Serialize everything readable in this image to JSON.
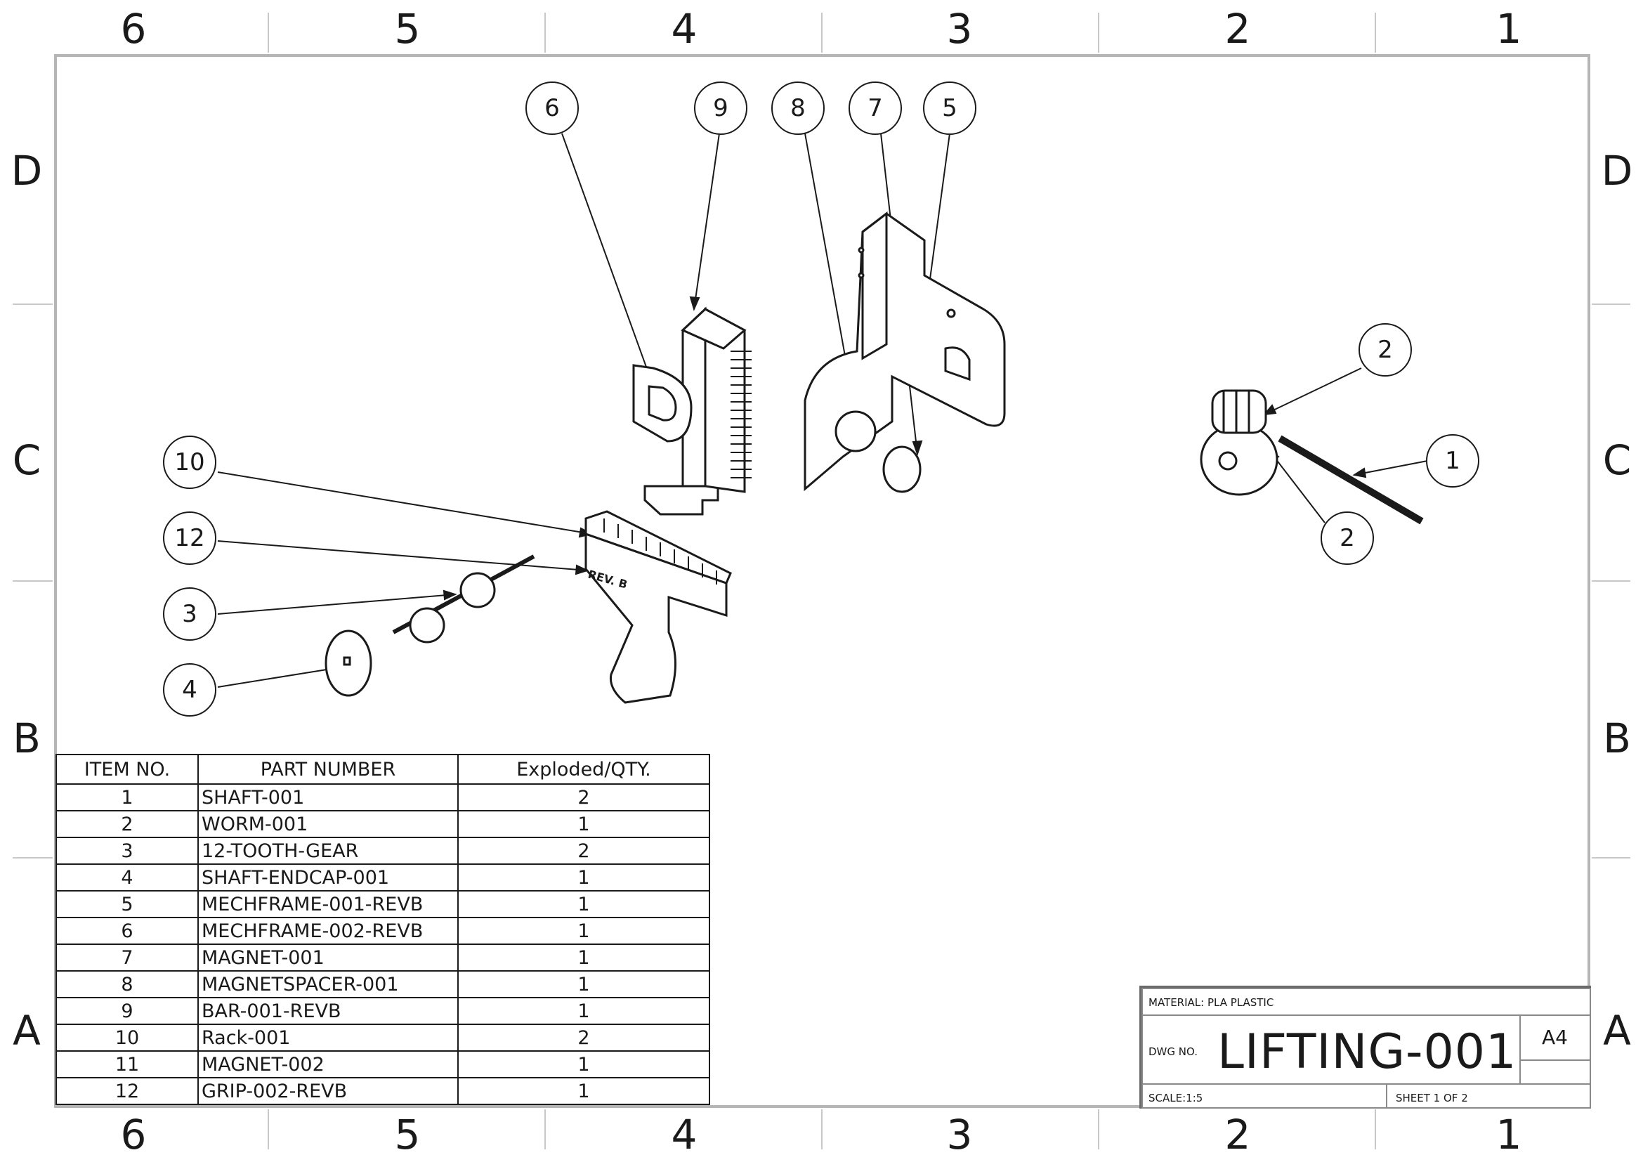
{
  "zones": {
    "top": [
      "6",
      "5",
      "4",
      "3",
      "2",
      "1"
    ],
    "bottom": [
      "6",
      "5",
      "4",
      "3",
      "2",
      "1"
    ],
    "left": [
      "D",
      "C",
      "B",
      "A"
    ],
    "right": [
      "D",
      "C",
      "B",
      "A"
    ]
  },
  "balloons": [
    {
      "id": "b6",
      "label": "6"
    },
    {
      "id": "b9",
      "label": "9"
    },
    {
      "id": "b8",
      "label": "8"
    },
    {
      "id": "b7",
      "label": "7"
    },
    {
      "id": "b5",
      "label": "5"
    },
    {
      "id": "b2a",
      "label": "2"
    },
    {
      "id": "b1",
      "label": "1"
    },
    {
      "id": "b2b",
      "label": "2"
    },
    {
      "id": "b10",
      "label": "10"
    },
    {
      "id": "b12",
      "label": "12"
    },
    {
      "id": "b3",
      "label": "3"
    },
    {
      "id": "b4",
      "label": "4"
    }
  ],
  "part_engraving": "REV. B",
  "bom": {
    "headers": [
      "ITEM NO.",
      "PART NUMBER",
      "Exploded/QTY."
    ],
    "rows": [
      {
        "item": "1",
        "part": "SHAFT-001",
        "qty": "2"
      },
      {
        "item": "2",
        "part": "WORM-001",
        "qty": "1"
      },
      {
        "item": "3",
        "part": "12-TOOTH-GEAR",
        "qty": "2"
      },
      {
        "item": "4",
        "part": "SHAFT-ENDCAP-001",
        "qty": "1"
      },
      {
        "item": "5",
        "part": "MECHFRAME-001-REVB",
        "qty": "1"
      },
      {
        "item": "6",
        "part": "MECHFRAME-002-REVB",
        "qty": "1"
      },
      {
        "item": "7",
        "part": "MAGNET-001",
        "qty": "1"
      },
      {
        "item": "8",
        "part": "MAGNETSPACER-001",
        "qty": "1"
      },
      {
        "item": "9",
        "part": "BAR-001-REVB",
        "qty": "1"
      },
      {
        "item": "10",
        "part": "Rack-001",
        "qty": "2"
      },
      {
        "item": "11",
        "part": "MAGNET-002",
        "qty": "1"
      },
      {
        "item": "12",
        "part": "GRIP-002-REVB",
        "qty": "1"
      }
    ]
  },
  "title_block": {
    "material": "MATERIAL: PLA PLASTIC",
    "dwg_no_label": "DWG NO.",
    "dwg_no": "LIFTING-001",
    "size": "A4",
    "scale": "SCALE:1:5",
    "sheet": "SHEET 1 OF 2"
  },
  "colors": {
    "line": "#1a1a1a",
    "border": "#9a9a9a"
  }
}
